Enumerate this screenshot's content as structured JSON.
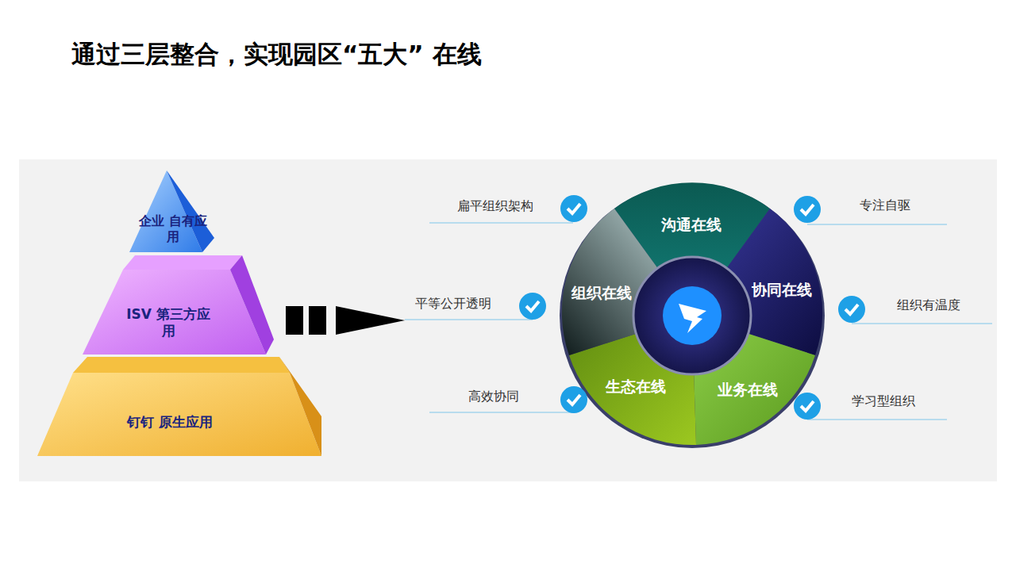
{
  "diagram": {
    "title": "通过三层整合，实现园区“五大” 在线",
    "nodes": [
      {
        "text": [
          "企业 自有应用"
        ]
      },
      {
        "text": [
          "ISV 第三方应用"
        ]
      },
      {
        "text": [
          "钉钉 原生应用"
        ]
      },
      {
        "text": [
          "沟通在线"
        ]
      },
      {
        "text": [
          "协同在线"
        ]
      },
      {
        "text": [
          "业务在线"
        ]
      },
      {
        "text": [
          "生态在线"
        ]
      },
      {
        "text": [
          "组织在线"
        ]
      }
    ],
    "labels": [
      "扁平组织架构",
      "平等公开透明",
      "高效协同",
      "专注自驱",
      "组织有温度",
      "学习型组织"
    ]
  }
}
